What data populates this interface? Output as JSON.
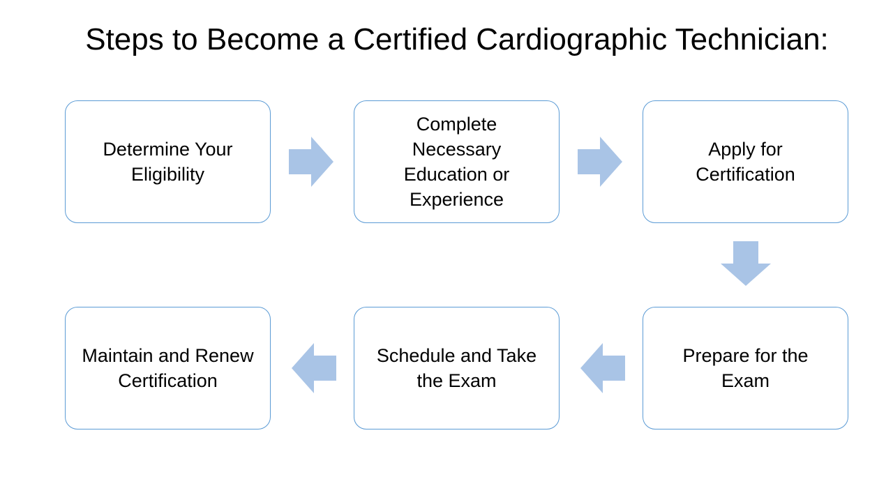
{
  "title": "Steps to Become a Certified Cardiographic Technician:",
  "steps": [
    {
      "label": "Determine Your Eligibility"
    },
    {
      "label": "Complete Necessary Education or Experience"
    },
    {
      "label": "Apply for Certification"
    },
    {
      "label": "Prepare for the Exam"
    },
    {
      "label": "Schedule and Take the Exam"
    },
    {
      "label": "Maintain and Renew Certification"
    }
  ],
  "colors": {
    "box_border": "#5b9bd5",
    "arrow_fill": "#a9c4e6",
    "text": "#000000"
  },
  "arrows": [
    {
      "icon": "arrow-right-icon",
      "from": 1,
      "to": 2
    },
    {
      "icon": "arrow-right-icon",
      "from": 2,
      "to": 3
    },
    {
      "icon": "arrow-down-icon",
      "from": 3,
      "to": 4
    },
    {
      "icon": "arrow-left-icon",
      "from": 4,
      "to": 5
    },
    {
      "icon": "arrow-left-icon",
      "from": 5,
      "to": 6
    }
  ]
}
